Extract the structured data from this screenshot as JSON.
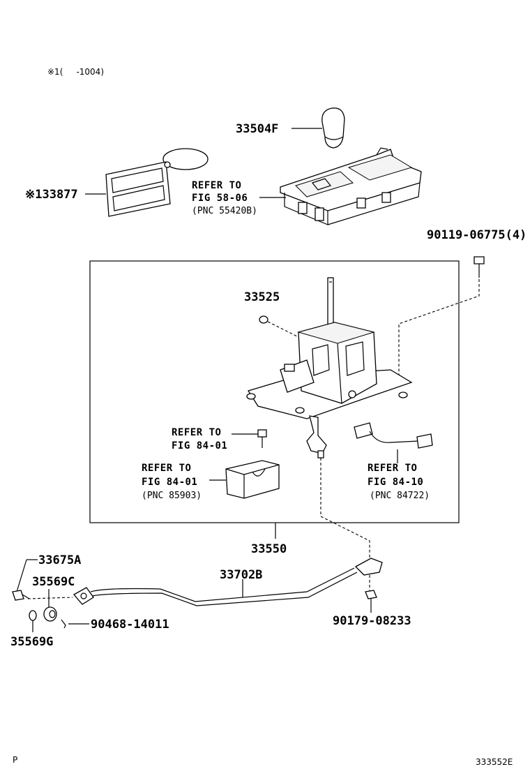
{
  "header_note": "※1(     -1004)",
  "parts": {
    "knob": "33504F",
    "indicator": "※133877",
    "bolt_4": "90119-06775(4)",
    "retainer": "33525",
    "assembly": "33550",
    "bolt_a": "33675A",
    "bushing_c": "35569C",
    "bushing_g": "35569G",
    "clip": "90468-14011",
    "rod": "33702B",
    "nut": "90179-08233"
  },
  "references": {
    "housing": {
      "line1": "REFER TO",
      "line2": "FIG 58-06",
      "pnc": "(PNC 55420B)"
    },
    "screw": {
      "line1": "REFER TO",
      "line2": "FIG 84-01"
    },
    "block": {
      "line1": "REFER TO",
      "line2": "FIG 84-01",
      "pnc": "(PNC 85903)"
    },
    "harness": {
      "line1": "REFER TO",
      "line2": "FIG 84-10",
      "pnc": "(PNC 84722)"
    }
  },
  "footer": {
    "left": "P",
    "right": "333552E"
  }
}
